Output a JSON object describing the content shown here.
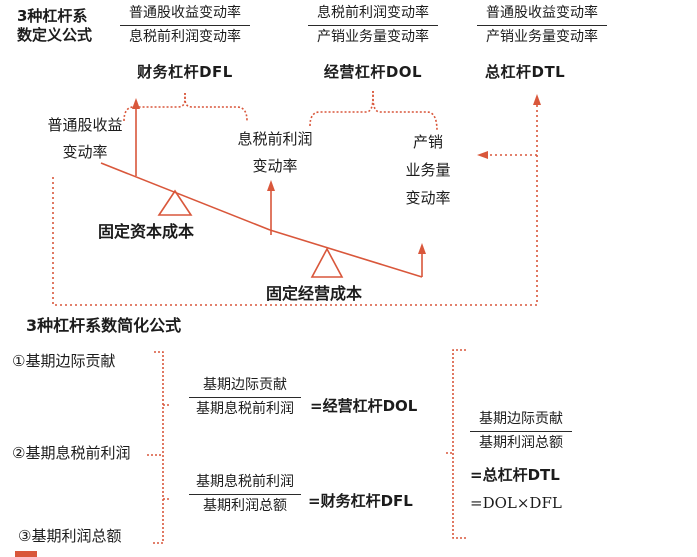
{
  "colors": {
    "accent": "#D9573B",
    "ink": "#1c1c1c"
  },
  "definition_section": {
    "title_line1": "3种杠杆系",
    "title_line2": "数定义公式",
    "formulas": [
      {
        "numerator": "普通股收益变动率",
        "denominator": "息税前利润变动率",
        "label": "财务杠杆DFL"
      },
      {
        "numerator": "息税前利润变动率",
        "denominator": "产销业务量变动率",
        "label": "经营杠杆DOL"
      },
      {
        "numerator": "普通股收益变动率",
        "denominator": "产销业务量变动率",
        "label": "总杠杆DTL"
      }
    ]
  },
  "lever_diagram": {
    "left_rate_line1": "普通股收益",
    "left_rate_line2": "变动率",
    "mid_rate_line1": "息税前利润",
    "mid_rate_line2": "变动率",
    "right_rate_line1": "产销",
    "right_rate_line2": "业务量",
    "right_rate_line3": "变动率",
    "fulcrum1_label": "固定资本成本",
    "fulcrum2_label": "固定经营成本"
  },
  "simplified_section": {
    "title": "3种杠杆系数简化公式",
    "items": [
      {
        "label": "①基期边际贡献"
      },
      {
        "label": "②基期息税前利润"
      },
      {
        "label": "③基期利润总额"
      }
    ],
    "formulas": [
      {
        "numerator": "基期边际贡献",
        "denominator": "基期息税前利润",
        "result": "=经营杠杆DOL"
      },
      {
        "numerator": "基期息税前利润",
        "denominator": "基期利润总额",
        "result": "=财务杠杆DFL"
      }
    ],
    "total_formula": {
      "numerator": "基期边际贡献",
      "denominator": "基期利润总额",
      "result1": "=总杠杆DTL",
      "result2": "=DOL×DFL"
    }
  }
}
